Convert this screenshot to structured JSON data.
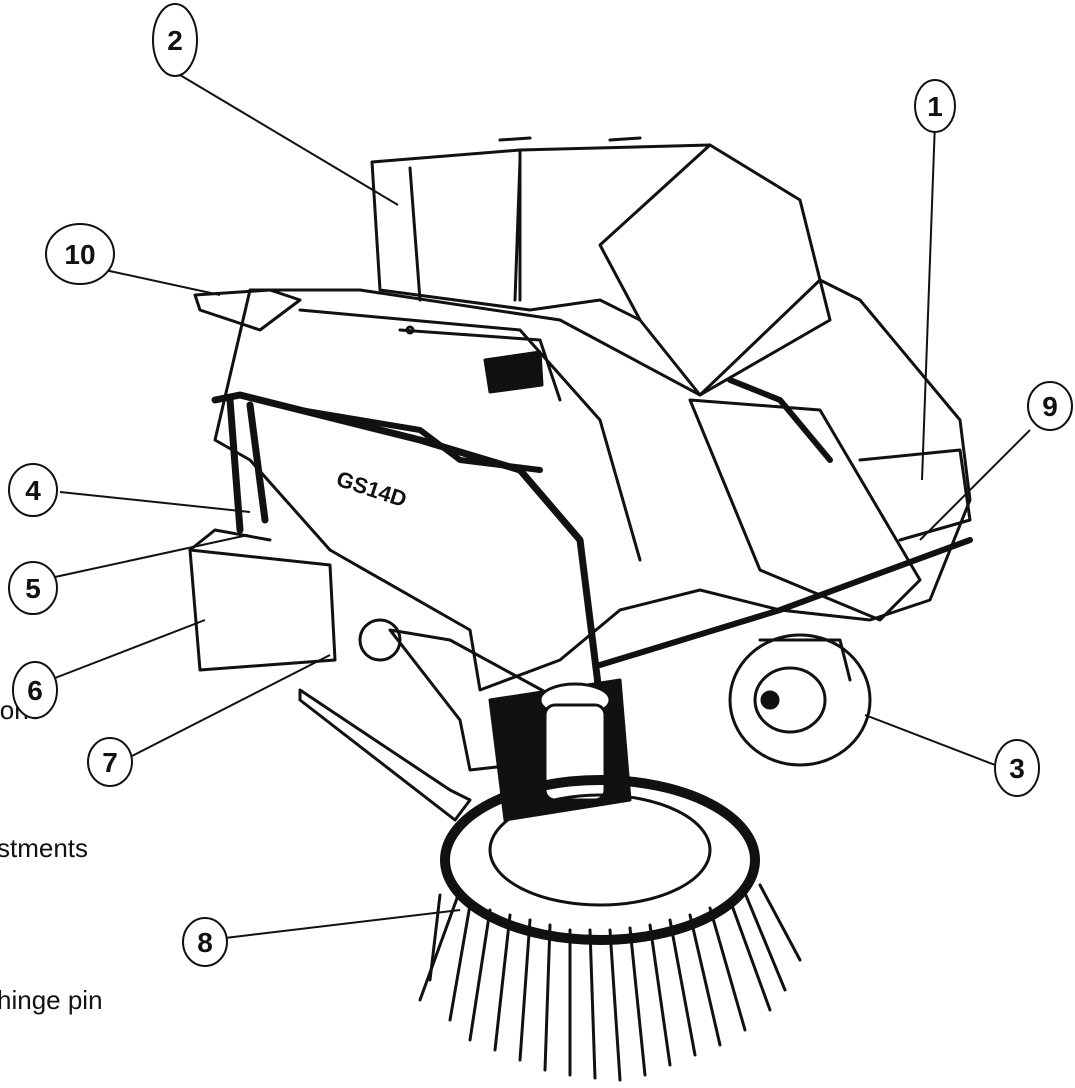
{
  "machine_label": "GS14D",
  "callouts": [
    "1",
    "2",
    "3",
    "4",
    "5",
    "6",
    "7",
    "8",
    "9",
    "10"
  ],
  "side_texts": [
    "lons",
    "stments",
    "hinge pin"
  ],
  "colors": {
    "line": "#111111",
    "background": "#ffffff"
  }
}
